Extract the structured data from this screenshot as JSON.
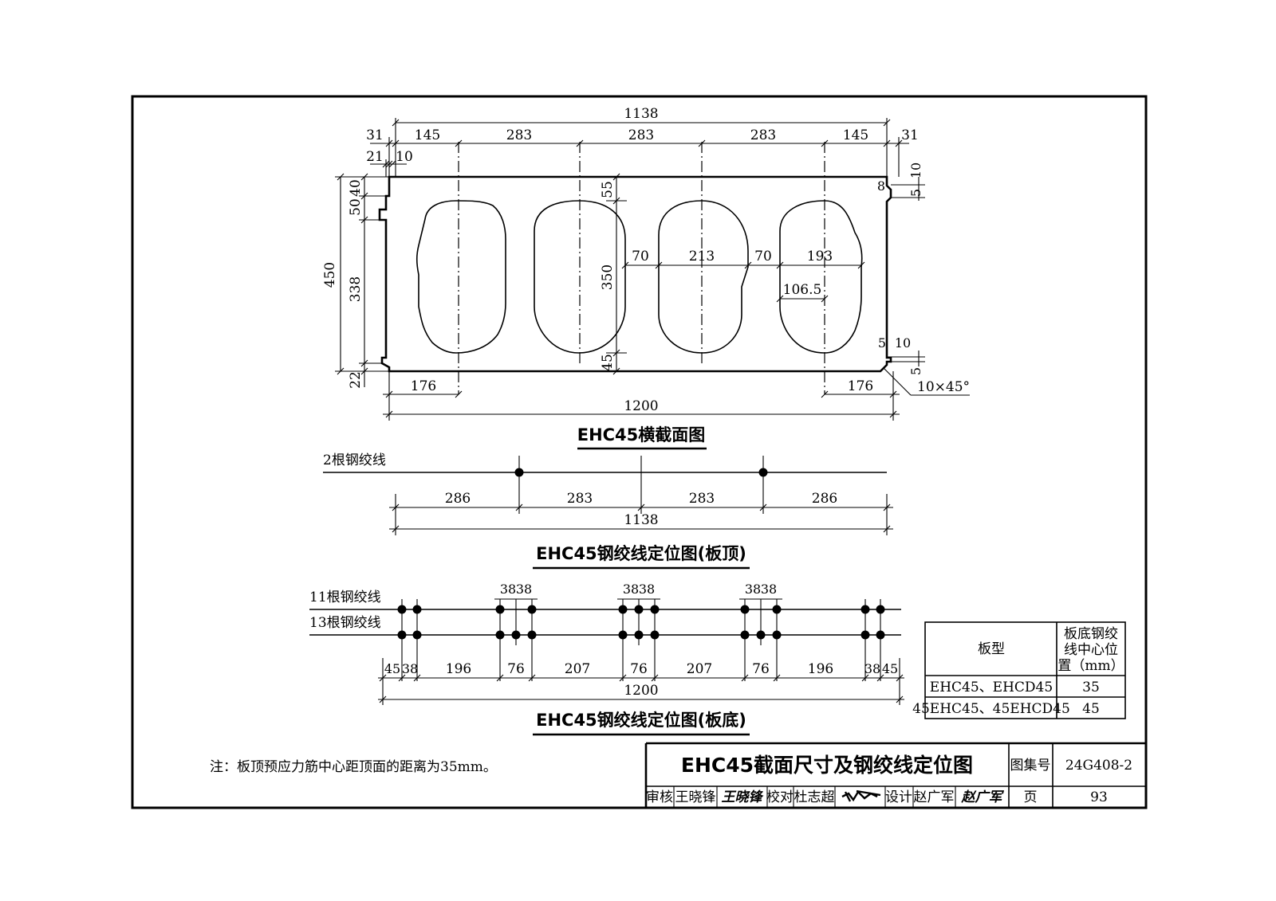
{
  "section_title": "EHC45横截面图",
  "top_layout_title": "EHC45钢绞线定位图(板顶)",
  "bottom_layout_title": "EHC45钢绞线定位图(板底)",
  "section_dims": {
    "overall_top": "1138",
    "top_edge_left": "31",
    "top_segments": [
      "145",
      "283",
      "283",
      "283",
      "145"
    ],
    "top_edge_right": "31",
    "left_21": "21",
    "left_10": "10",
    "left_40": "40",
    "left_50": "50",
    "height_450": "450",
    "height_338": "338",
    "height_22": "22",
    "void_55": "55",
    "void_350": "350",
    "void_45": "45",
    "web_70a": "70",
    "void_213": "213",
    "web_70b": "70",
    "void_193": "193",
    "void_106": "106.5",
    "right_8": "8",
    "right_10a": "10",
    "right_5a": "5",
    "right_5b": "5",
    "right_10b": "10",
    "right_5c": "5",
    "chamfer": "10×45°",
    "bottom_176_left": "176",
    "bottom_176_right": "176",
    "overall_bottom": "1200"
  },
  "top_layout": {
    "label": "2根钢绞线",
    "segments": [
      "286",
      "283",
      "283",
      "286"
    ],
    "overall": "1138"
  },
  "bottom_layout": {
    "label_11": "11根钢绞线",
    "label_13": "13根钢绞线",
    "spacing_labels": [
      "38",
      "38",
      "38",
      "38",
      "38",
      "38"
    ],
    "segments": [
      "45",
      "38",
      "196",
      "76",
      "207",
      "76",
      "207",
      "76",
      "196",
      "38",
      "45"
    ],
    "overall": "1200"
  },
  "position_table": {
    "header_type": "板型",
    "header_pos_lines": [
      "板底钢绞",
      "线中心位",
      "置（mm）"
    ],
    "rows": [
      {
        "type": "EHC45、EHCD45",
        "value": "35"
      },
      {
        "type": "45EHC45、45EHCD45",
        "value": "45"
      }
    ]
  },
  "note": "注：板顶预应力筋中心距顶面的距离为35mm。",
  "title_block": {
    "title": "EHC45截面尺寸及钢绞线定位图",
    "atlas_label": "图集号",
    "atlas_no": "24G408-2",
    "review_label": "审核",
    "reviewer": "王晓锋",
    "reviewer_sign": "王晓锋",
    "check_label": "校对",
    "checker": "杜志超",
    "design_label": "设计",
    "designer": "赵广军",
    "designer_sign": "赵广军",
    "page_label": "页",
    "page_no": "93"
  }
}
